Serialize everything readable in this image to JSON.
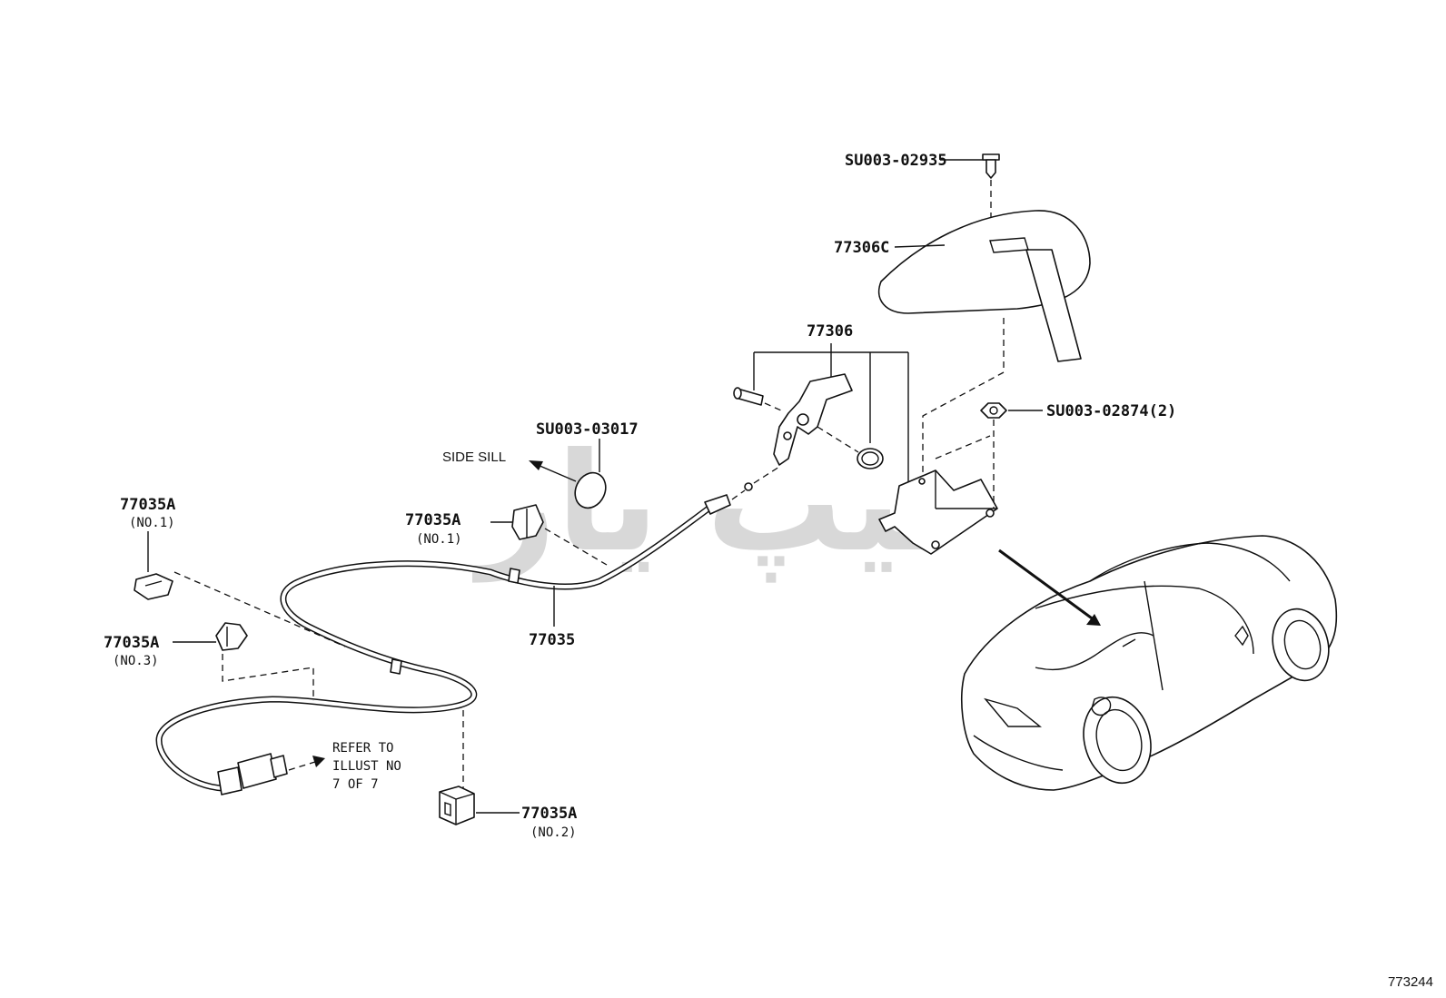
{
  "labels": {
    "su_02935": "SU003-02935",
    "p77306c": "77306C",
    "p77306": "77306",
    "su_02874": "SU003-02874(2)",
    "su_03017": "SU003-03017",
    "side_sill": "SIDE SILL",
    "clip_no1_left": "77035A",
    "clip_no1_left_sub": "(NO.1)",
    "clip_no1_mid": "77035A",
    "clip_no1_mid_sub": "(NO.1)",
    "clip_no3": "77035A",
    "clip_no3_sub": "(NO.3)",
    "clip_no2": "77035A",
    "clip_no2_sub": "(NO.2)",
    "cable": "77035",
    "refer_line1": "REFER TO",
    "refer_line2": "ILLUST NO",
    "refer_line3": "7 OF 7"
  },
  "figure_number": "773244",
  "watermark": "تیپ یار"
}
